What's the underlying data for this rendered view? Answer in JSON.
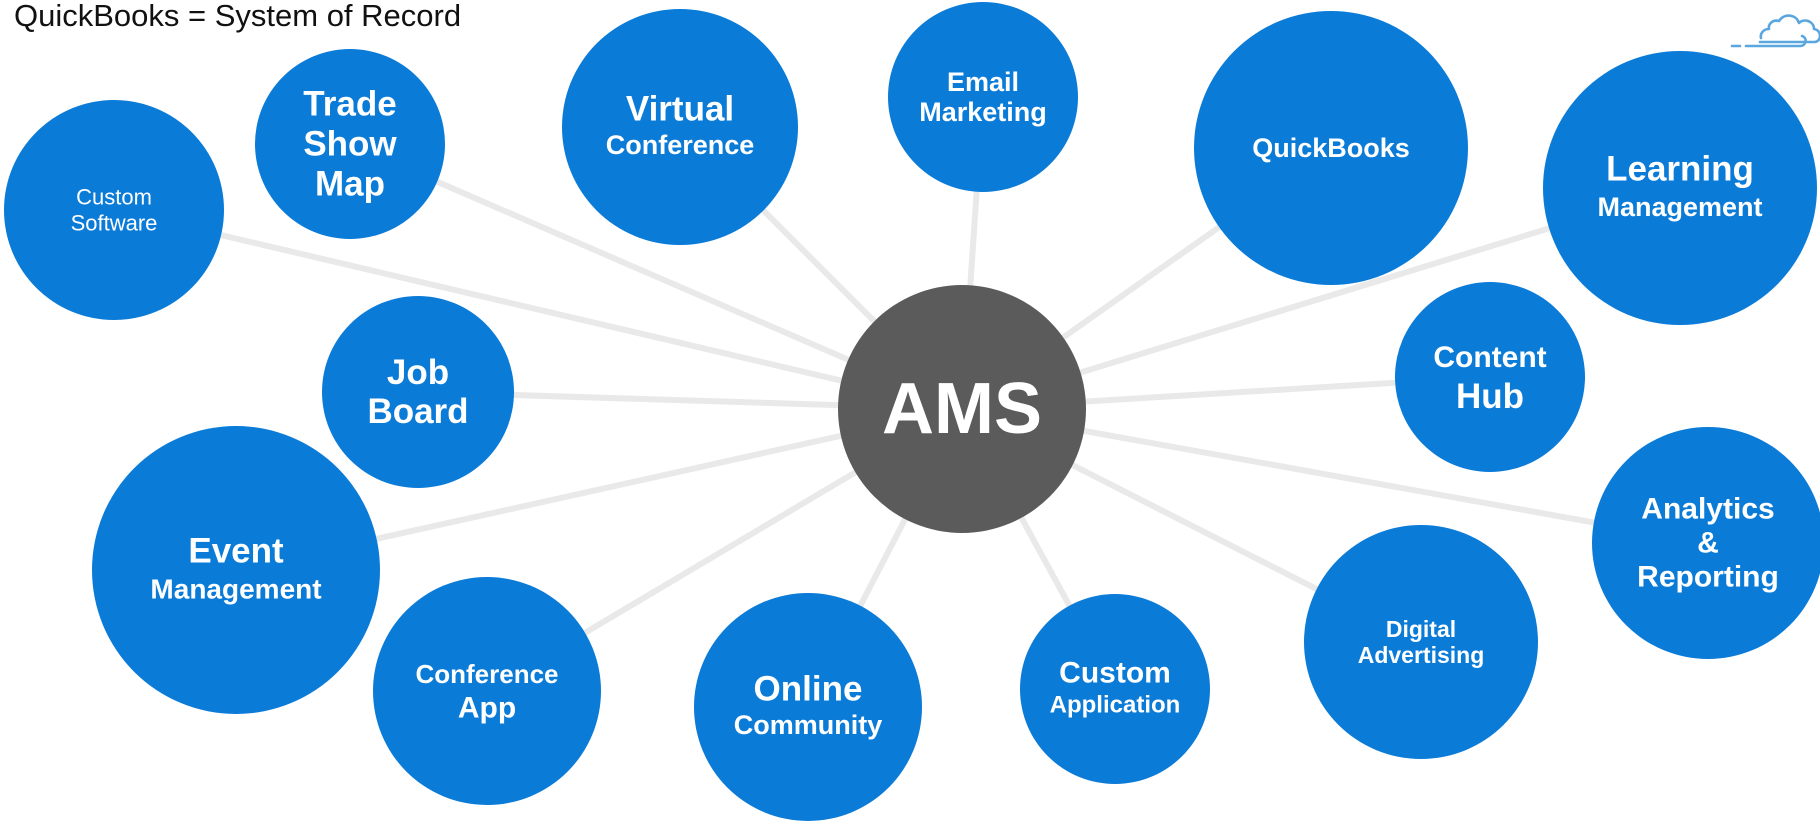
{
  "caption": "QuickBooks = System of Record",
  "hub": {
    "lines": [
      "AMS"
    ]
  },
  "nodes": [
    {
      "id": "custom-software",
      "lines": [
        "Custom",
        "Software"
      ]
    },
    {
      "id": "trade-show-map",
      "lines": [
        "Trade",
        "Show",
        "Map"
      ]
    },
    {
      "id": "virtual-conference",
      "lines": [
        "Virtual",
        "Conference"
      ]
    },
    {
      "id": "email-marketing",
      "lines": [
        "Email",
        "Marketing"
      ]
    },
    {
      "id": "quickbooks",
      "lines": [
        "QuickBooks"
      ]
    },
    {
      "id": "learning-management",
      "lines": [
        "Learning",
        "Management"
      ]
    },
    {
      "id": "content-hub",
      "lines": [
        "Content",
        "Hub"
      ]
    },
    {
      "id": "analytics-reporting",
      "lines": [
        "Analytics",
        "&",
        "Reporting"
      ]
    },
    {
      "id": "digital-advertising",
      "lines": [
        "Digital",
        "Advertising"
      ]
    },
    {
      "id": "custom-application",
      "lines": [
        "Custom",
        "Application"
      ]
    },
    {
      "id": "online-community",
      "lines": [
        "Online",
        "Community"
      ]
    },
    {
      "id": "conference-app",
      "lines": [
        "Conference",
        "App"
      ]
    },
    {
      "id": "event-management",
      "lines": [
        "Event",
        "Management"
      ]
    },
    {
      "id": "job-board",
      "lines": [
        "Job",
        "Board"
      ]
    }
  ],
  "colors": {
    "hub": "#5b5b5b",
    "node": "#0b7bd8",
    "spoke": "#e9e9e9",
    "logo": "#5aa7e0"
  },
  "logo_icon": "cloud-icon"
}
